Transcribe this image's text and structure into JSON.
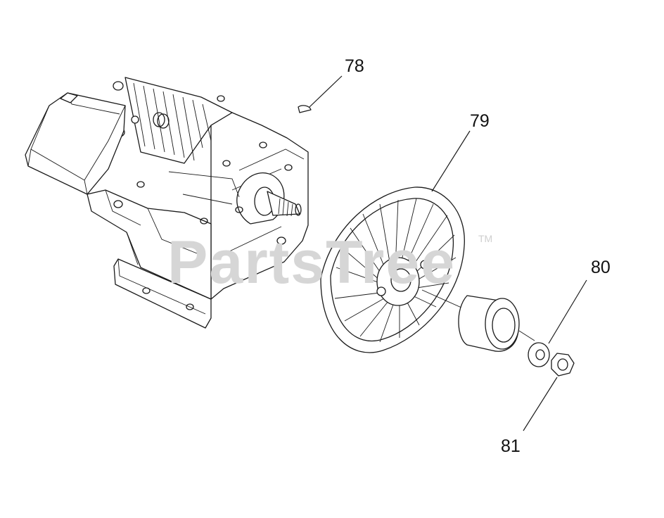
{
  "watermark": {
    "text": "PartsTree",
    "trademark": "TM",
    "color": "#d6d6d6"
  },
  "callouts": [
    {
      "id": "78",
      "label": "78"
    },
    {
      "id": "79",
      "label": "79"
    },
    {
      "id": "80",
      "label": "80"
    },
    {
      "id": "81",
      "label": "81"
    }
  ],
  "colors": {
    "line": "#1a1a1a",
    "background": "#ffffff"
  }
}
